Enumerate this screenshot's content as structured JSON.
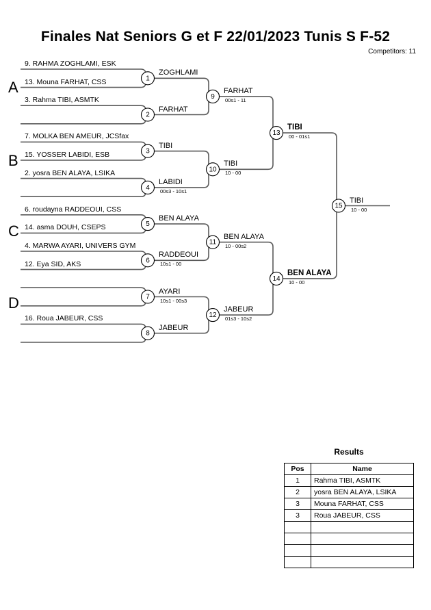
{
  "header": {
    "title": "Finales Nat Seniors G et F  22/01/2023  Tunis   S F-52",
    "competitors": "Competitors: 11"
  },
  "sections": [
    {
      "letter": "A"
    },
    {
      "letter": "B"
    },
    {
      "letter": "C"
    },
    {
      "letter": "D"
    }
  ],
  "entrants": [
    {
      "label": "9. RAHMA ZOGHLAMI, ESK"
    },
    {
      "label": "13. Mouna FARHAT, CSS"
    },
    {
      "label": "3. Rahma TIBI, ASMTK"
    },
    {
      "label": "7. MOLKA BEN AMEUR, JCSfax"
    },
    {
      "label": "15. YOSSER LABIDI, ESB"
    },
    {
      "label": "2. yosra BEN ALAYA, LSIKA"
    },
    {
      "label": "6. roudayna RADDEOUI, CSS"
    },
    {
      "label": "14. asma DOUH, CSEPS"
    },
    {
      "label": "4. MARWA AYARI, UNIVERS GYM"
    },
    {
      "label": "12. Eya SID, AKS"
    },
    {
      "label": "16. Roua JABEUR, CSS"
    }
  ],
  "matches": [
    {
      "num": "1",
      "winner": "ZOGHLAMI",
      "score": "",
      "bold": false
    },
    {
      "num": "2",
      "winner": "FARHAT",
      "score": "",
      "bold": false
    },
    {
      "num": "3",
      "winner": "TIBI",
      "score": "",
      "bold": false
    },
    {
      "num": "4",
      "winner": "LABIDI",
      "score": "00s3 - 10s1",
      "bold": false
    },
    {
      "num": "5",
      "winner": "BEN ALAYA",
      "score": "",
      "bold": false
    },
    {
      "num": "6",
      "winner": "RADDEOUI",
      "score": "10s1 - 00",
      "bold": false
    },
    {
      "num": "7",
      "winner": "AYARI",
      "score": "10s1 - 00s3",
      "bold": false
    },
    {
      "num": "8",
      "winner": "JABEUR",
      "score": "",
      "bold": false
    },
    {
      "num": "9",
      "winner": "FARHAT",
      "score": "00s1 - 11",
      "bold": false
    },
    {
      "num": "10",
      "winner": "TIBI",
      "score": "10 - 00",
      "bold": false
    },
    {
      "num": "11",
      "winner": "BEN ALAYA",
      "score": "10 - 00s2",
      "bold": false
    },
    {
      "num": "12",
      "winner": "JABEUR",
      "score": "01s3 - 10s2",
      "bold": false
    },
    {
      "num": "13",
      "winner": "TIBI",
      "score": "00 - 01s1",
      "bold": true
    },
    {
      "num": "14",
      "winner": "BEN ALAYA",
      "score": "10 - 00",
      "bold": true
    },
    {
      "num": "15",
      "winner": "TIBI",
      "score": "10 - 00",
      "bold": false
    }
  ],
  "results": {
    "title": "Results",
    "columns": [
      "Pos",
      "Name"
    ],
    "rows": [
      {
        "pos": "1",
        "name": "Rahma TIBI, ASMTK"
      },
      {
        "pos": "2",
        "name": "yosra BEN ALAYA, LSIKA"
      },
      {
        "pos": "3",
        "name": "Mouna FARHAT, CSS"
      },
      {
        "pos": "3",
        "name": "Roua JABEUR, CSS"
      },
      {
        "pos": "",
        "name": ""
      },
      {
        "pos": "",
        "name": ""
      },
      {
        "pos": "",
        "name": ""
      },
      {
        "pos": "",
        "name": ""
      }
    ]
  },
  "colors": {
    "line": "#5a5a5a",
    "text": "#000000",
    "border": "#000000"
  }
}
